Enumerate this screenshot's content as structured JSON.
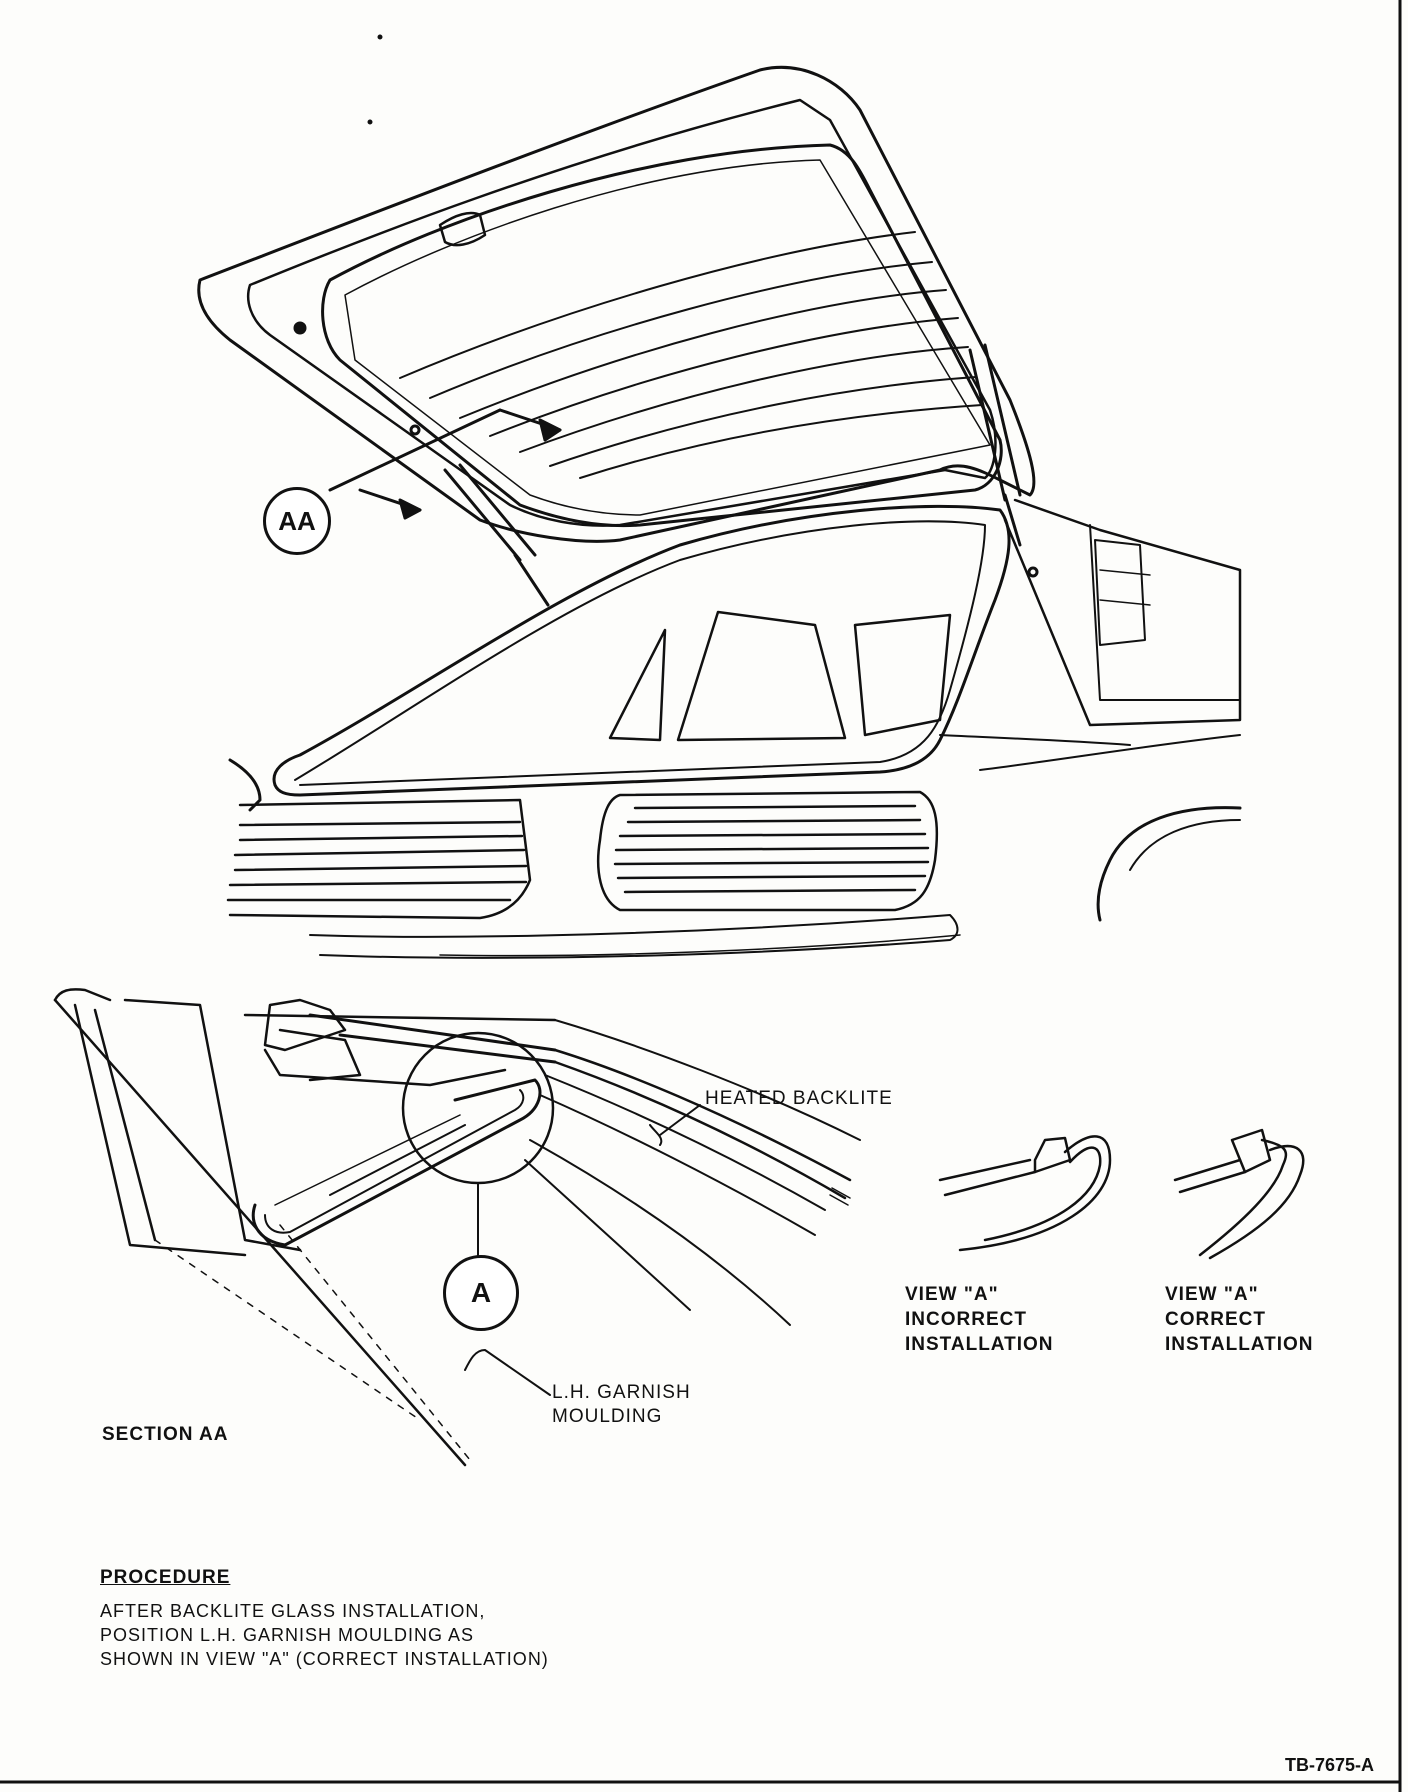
{
  "callouts": {
    "section_marker": "AA",
    "detail_marker": "A"
  },
  "labels": {
    "heated_backlite": "HEATED BACKLITE",
    "garnish_line1": "L.H. GARNISH",
    "garnish_line2": "MOULDING",
    "section_title": "SECTION AA",
    "incorrect_l1": "VIEW \"A\"",
    "incorrect_l2": "INCORRECT",
    "incorrect_l3": "INSTALLATION",
    "correct_l1": "VIEW \"A\"",
    "correct_l2": "CORRECT",
    "correct_l3": "INSTALLATION"
  },
  "procedure": {
    "heading": "PROCEDURE",
    "line1": "AFTER BACKLITE GLASS INSTALLATION,",
    "line2": "POSITION L.H. GARNISH MOULDING AS",
    "line3": "SHOWN IN VIEW \"A\" (CORRECT INSTALLATION)"
  },
  "figure_id": "TB-7675-A"
}
